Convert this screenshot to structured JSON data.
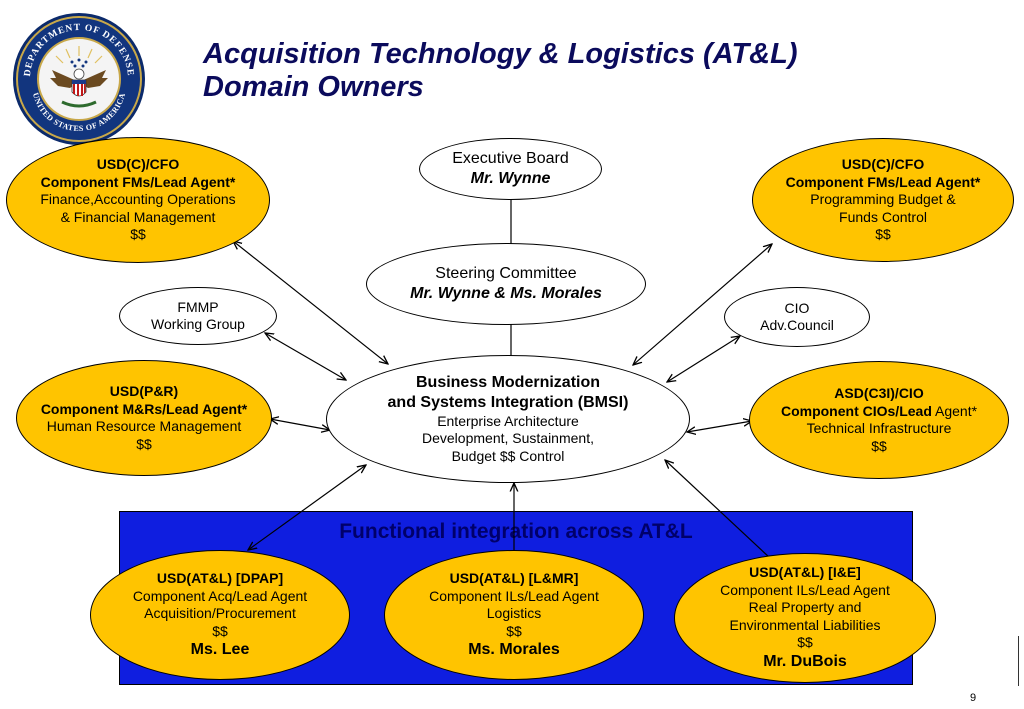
{
  "title": {
    "line1": "Acquisition Technology & Logistics (AT&L)",
    "line2": "Domain Owners"
  },
  "seal": {
    "text_top": "DEPARTMENT OF DEFENSE",
    "text_bottom": "UNITED STATES OF AMERICA"
  },
  "band": {
    "label": "Functional integration across AT&L"
  },
  "nodes": {
    "exec_board": {
      "l1": "Executive Board",
      "l2": "Mr. Wynne"
    },
    "steering": {
      "l1": "Steering Committee",
      "l2": "Mr. Wynne & Ms. Morales"
    },
    "bmsi": {
      "l1": "Business Modernization",
      "l2": "and Systems Integration (BMSI)",
      "l3": "Enterprise Architecture",
      "l4": "Development, Sustainment,",
      "l5": "Budget $$ Control"
    },
    "usdc_left": {
      "l1": "USD(C)/CFO",
      "l2": "Component FMs/Lead Agent*",
      "l3": "Finance,Accounting Operations",
      "l4": "& Financial Management",
      "l5": "$$"
    },
    "usdc_right": {
      "l1": "USD(C)/CFO",
      "l2": "Component FMs/Lead Agent*",
      "l3": "Programming Budget &",
      "l4": "Funds Control",
      "l5": "$$"
    },
    "fmmp": {
      "l1": "FMMP",
      "l2": "Working Group"
    },
    "cio": {
      "l1": "CIO",
      "l2": "Adv.Council"
    },
    "usdpr": {
      "l1": "USD(P&R)",
      "l2": "Component M&Rs/Lead Agent*",
      "l3": "Human Resource Management",
      "l4": "$$"
    },
    "asd": {
      "l1": "ASD(C3I)/CIO",
      "l2a": "Component CIOs/Lead",
      "l2b": " Agent*",
      "l3": "Technical Infrastructure",
      "l4": "$$"
    },
    "dpap": {
      "l1": "USD(AT&L) [DPAP]",
      "l2": "Component Acq/Lead Agent",
      "l3": "Acquisition/Procurement",
      "l4": "$$",
      "l5": "Ms. Lee"
    },
    "lmr": {
      "l1": "USD(AT&L) [L&MR]",
      "l2": "Component ILs/Lead Agent",
      "l3": "Logistics",
      "l4": "$$",
      "l5": "Ms. Morales"
    },
    "ie": {
      "l1": "USD(AT&L) [I&E]",
      "l2": "Component ILs/Lead Agent",
      "l3": "Real Property and",
      "l4": "Environmental Liabilities",
      "l5": "$$",
      "l6": "Mr. DuBois"
    }
  },
  "page_number": "9",
  "colors": {
    "gold": "#ffc400",
    "band_blue": "#0f1ee0",
    "title_navy": "#0b0b5c"
  }
}
